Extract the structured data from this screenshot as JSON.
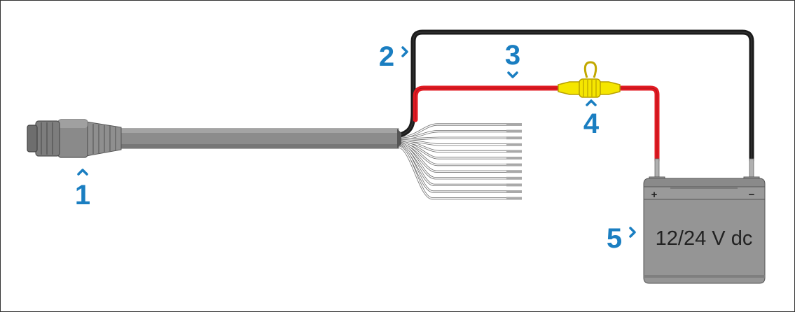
{
  "callouts": [
    {
      "number": "1",
      "direction": "up"
    },
    {
      "number": "2",
      "direction": "right"
    },
    {
      "number": "3",
      "direction": "down"
    },
    {
      "number": "4",
      "direction": "up"
    },
    {
      "number": "5",
      "direction": "right"
    }
  ],
  "battery": {
    "label": "12/24 V dc",
    "positive_sign": "+",
    "negative_sign": "−"
  },
  "colors": {
    "callout": "#1a7ec1",
    "red_wire": "#e21b23",
    "black_wire": "#1b1b1b",
    "fuse_holder": "#f5e600",
    "cable": "#8c8c8c",
    "battery_body": "#959595"
  },
  "signal_wire_count": 12
}
